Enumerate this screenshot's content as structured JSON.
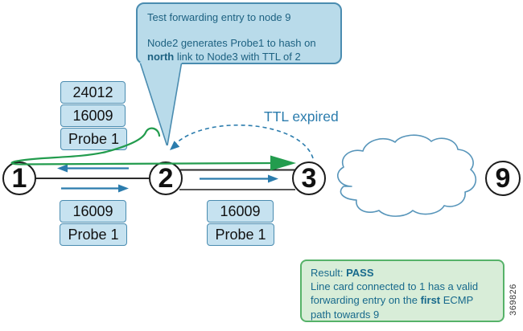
{
  "figure_number": "369826",
  "callout": {
    "para1": "Test forwarding entry to node 9",
    "para2_line1": "Node2 generates Probe1 to hash on",
    "para2_bold": "north",
    "para2_rest": " link to Node3 with TTL of 2"
  },
  "ttl_label": "TTL expired",
  "nodes": [
    {
      "label": "1"
    },
    {
      "label": "2"
    },
    {
      "label": "3"
    },
    {
      "label": "9"
    }
  ],
  "stacks": {
    "above_link_1_2": [
      "24012",
      "16009",
      "Probe 1"
    ],
    "below_link_1_2": [
      "16009",
      "Probe 1"
    ],
    "below_link_2_3": [
      "16009",
      "Probe 1"
    ]
  },
  "result": {
    "label": "Result: ",
    "status": "PASS",
    "line2": "Line card connected to 1 has a valid",
    "line3_pre": "forwarding entry on the ",
    "line3_bold": "first",
    "line3_post": " ECMP",
    "line4": "path towards 9"
  },
  "colors": {
    "callout_fill": "#b9dbea",
    "callout_border": "#4a8cb0",
    "callout_text": "#1d6181",
    "label_fill": "#c6e2f0",
    "label_border": "#4a8cb0",
    "steel_blue": "#2b7cad",
    "probe_green": "#239c4e",
    "result_fill": "#d8edd8",
    "result_border": "#56b269",
    "result_text": "#17698c",
    "node_border": "#1c1c1c",
    "cloud_border": "#5795ba"
  }
}
